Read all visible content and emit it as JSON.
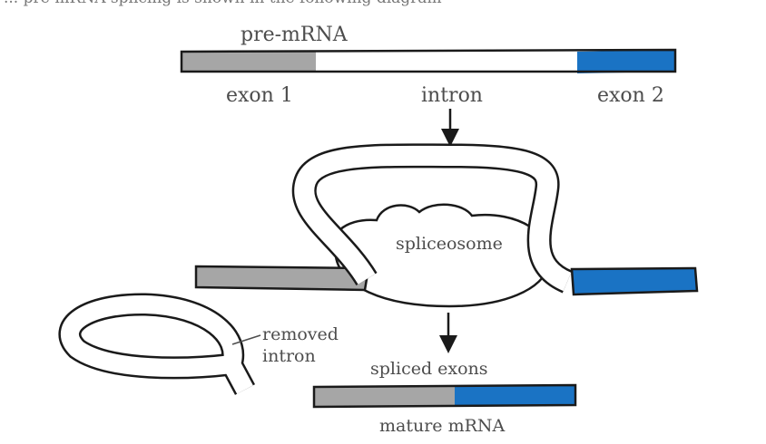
{
  "top_cut_text": "... pre-mRNA splicing is shown in the following diagram",
  "labels": {
    "pre_mrna": "pre-mRNA",
    "exon1": "exon 1",
    "intron": "intron",
    "exon2": "exon 2",
    "spliceosome": "spliceosome",
    "removed_intron_line1": "removed",
    "removed_intron_line2": "intron",
    "spliced_exons": "spliced exons",
    "mature_mrna": "mature mRNA"
  },
  "colors": {
    "exon1": "#a6a6a6",
    "exon2": "#1a73c4",
    "intron": "#ffffff",
    "outline": "#1a1a1a",
    "text": "#4d4d4d"
  }
}
